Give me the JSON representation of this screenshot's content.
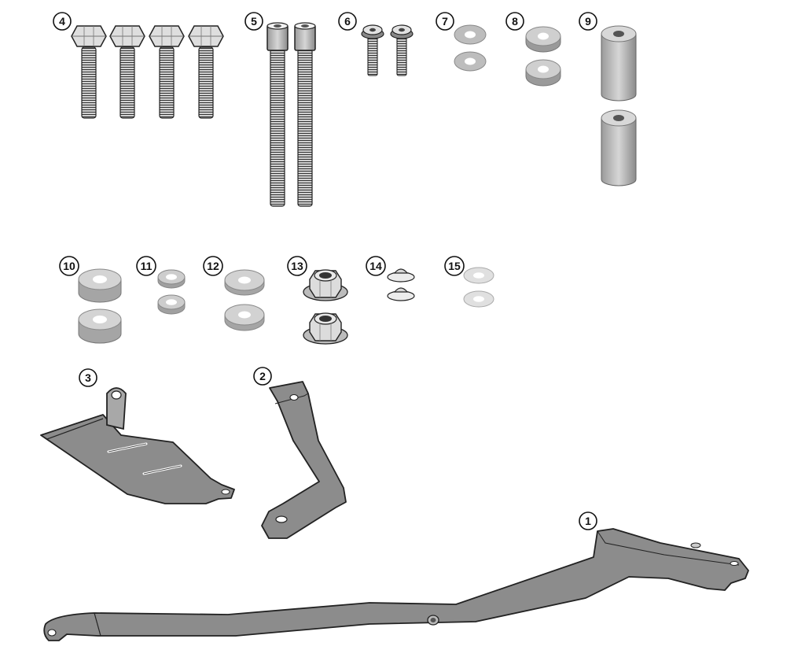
{
  "parts": [
    {
      "number": "1",
      "item": "main-rail"
    },
    {
      "number": "2",
      "item": "right-bracket"
    },
    {
      "number": "3",
      "item": "left-plate"
    },
    {
      "number": "4",
      "item": "flange-hex-bolt",
      "quantity": 4
    },
    {
      "number": "5",
      "item": "socket-cap-screw",
      "quantity": 2
    },
    {
      "number": "6",
      "item": "button-head-screw",
      "quantity": 2
    },
    {
      "number": "7",
      "item": "washer",
      "quantity": 2
    },
    {
      "number": "8",
      "item": "thick-washer",
      "quantity": 2
    },
    {
      "number": "9",
      "item": "spacer",
      "quantity": 2
    },
    {
      "number": "10",
      "item": "rubber-spacer",
      "quantity": 2
    },
    {
      "number": "11",
      "item": "small-washer",
      "quantity": 2
    },
    {
      "number": "12",
      "item": "large-washer",
      "quantity": 2
    },
    {
      "number": "13",
      "item": "flange-lock-nut",
      "quantity": 2
    },
    {
      "number": "14",
      "item": "rubber-grommet",
      "quantity": 2
    },
    {
      "number": "15",
      "item": "thin-washer",
      "quantity": 2
    }
  ],
  "colors": {
    "metal": "#d9d9d9",
    "metal_dark": "#a8a8a8",
    "bracket": "#8a8a8a",
    "outline": "#222222",
    "badge": "#ffffff"
  }
}
